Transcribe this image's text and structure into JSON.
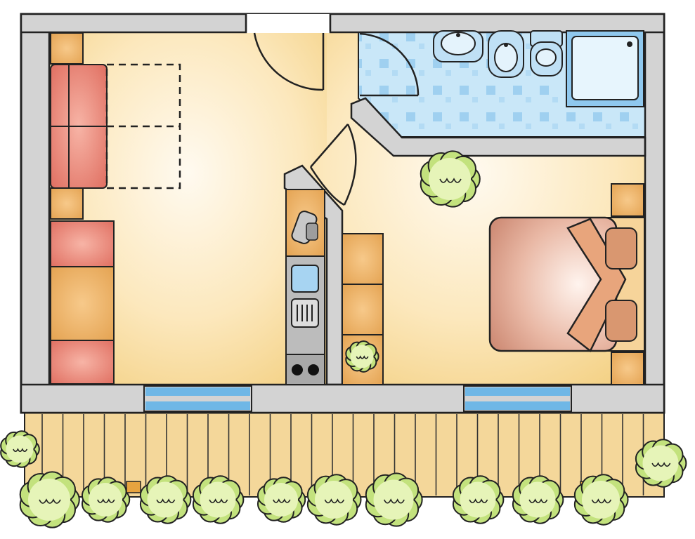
{
  "colors": {
    "background": "#ffffff",
    "wall_fill": "#d3d3d3",
    "outline": "#222222",
    "floor_light": "#fdf1d6",
    "floor_warm": "#f7d98f",
    "bathroom_tile": "#bfe2f6",
    "bathroom_tile_accent": "#8fc8ee",
    "sofa_red": "#e8877a",
    "cushion_orange": "#eab56b",
    "bed_cover": "#d9a994",
    "pillow": "#d9a07a",
    "window_glass": "#6fb7e6",
    "deck_wood": "#f4d79a",
    "plant_green": "#bfe07a",
    "appliance_grey": "#a9a9a9"
  },
  "rooms": [
    "living-room",
    "bathroom",
    "hallway",
    "bedroom",
    "balcony"
  ],
  "fixtures": {
    "bathroom": [
      "washbasin-icon",
      "bidet-icon",
      "toilet-icon",
      "shower-tray-icon"
    ],
    "kitchenette": [
      "kettle-icon",
      "sink-icon",
      "dish-rack-icon",
      "stove-icon"
    ],
    "living_room": [
      "sofa-icon",
      "armchair-icon",
      "fold-out-bed-outline"
    ],
    "bedroom": [
      "double-bed-icon",
      "pillow-icon",
      "nightstand-icon",
      "wardrobe-icon"
    ],
    "plants": [
      "plant-icon"
    ]
  }
}
